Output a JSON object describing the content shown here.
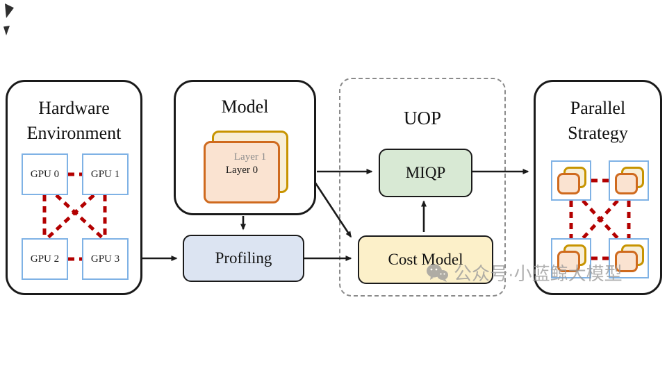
{
  "hardware": {
    "title_line1": "Hardware",
    "title_line2": "Environment",
    "gpus": [
      "GPU 0",
      "GPU 1",
      "GPU 2",
      "GPU 3"
    ]
  },
  "model": {
    "title": "Model",
    "layer_back": "Layer 1",
    "layer_front": "Layer 0"
  },
  "profiling": {
    "label": "Profiling"
  },
  "uop": {
    "title": "UOP",
    "miqp_label": "MIQP",
    "cost_model_label": "Cost Model"
  },
  "parallel": {
    "title_line1": "Parallel",
    "title_line2": "Strategy"
  },
  "watermark": {
    "icon": "wechat-icon",
    "text": "公众号·小蓝鲸大模型"
  },
  "colors": {
    "ink": "#1a1a1a",
    "red_dash": "#b30000",
    "gpu_border": "#7fb2e5",
    "miqp_fill": "#d8e9d4",
    "cost_fill": "#fcf0c9",
    "profiling_fill": "#dce4f2",
    "gold_border": "#c79400",
    "gold_fill": "#f8eed6",
    "orange_border": "#cf6a1e",
    "orange_fill": "#fae3d1",
    "uop_dash": "#8a8a8a",
    "watermark": "#9a9a9a"
  }
}
